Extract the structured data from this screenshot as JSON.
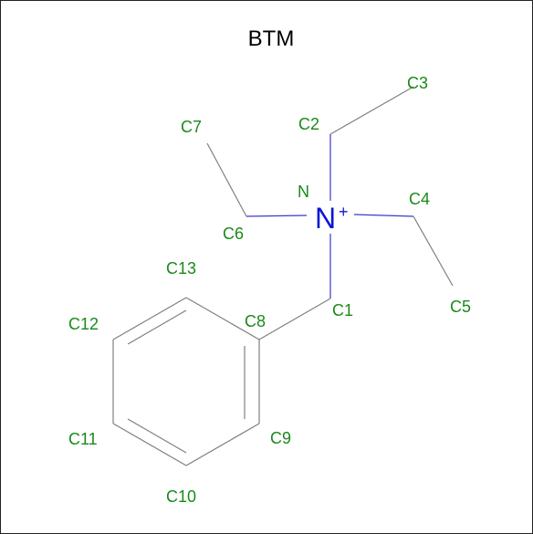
{
  "title": "BTM",
  "charge_atom": {
    "symbol": "N",
    "charge": "+",
    "label": "N"
  },
  "colors": {
    "label": "#1a8a1a",
    "bond": "#808080",
    "nitrogen": "#0a16d6",
    "border": "#222222"
  },
  "atom_labels": {
    "C1": "C1",
    "C2": "C2",
    "C3": "C3",
    "C4": "C4",
    "C5": "C5",
    "C6": "C6",
    "C7": "C7",
    "C8": "C8",
    "C9": "C9",
    "C10": "C10",
    "C11": "C11",
    "C12": "C12",
    "C13": "C13"
  }
}
